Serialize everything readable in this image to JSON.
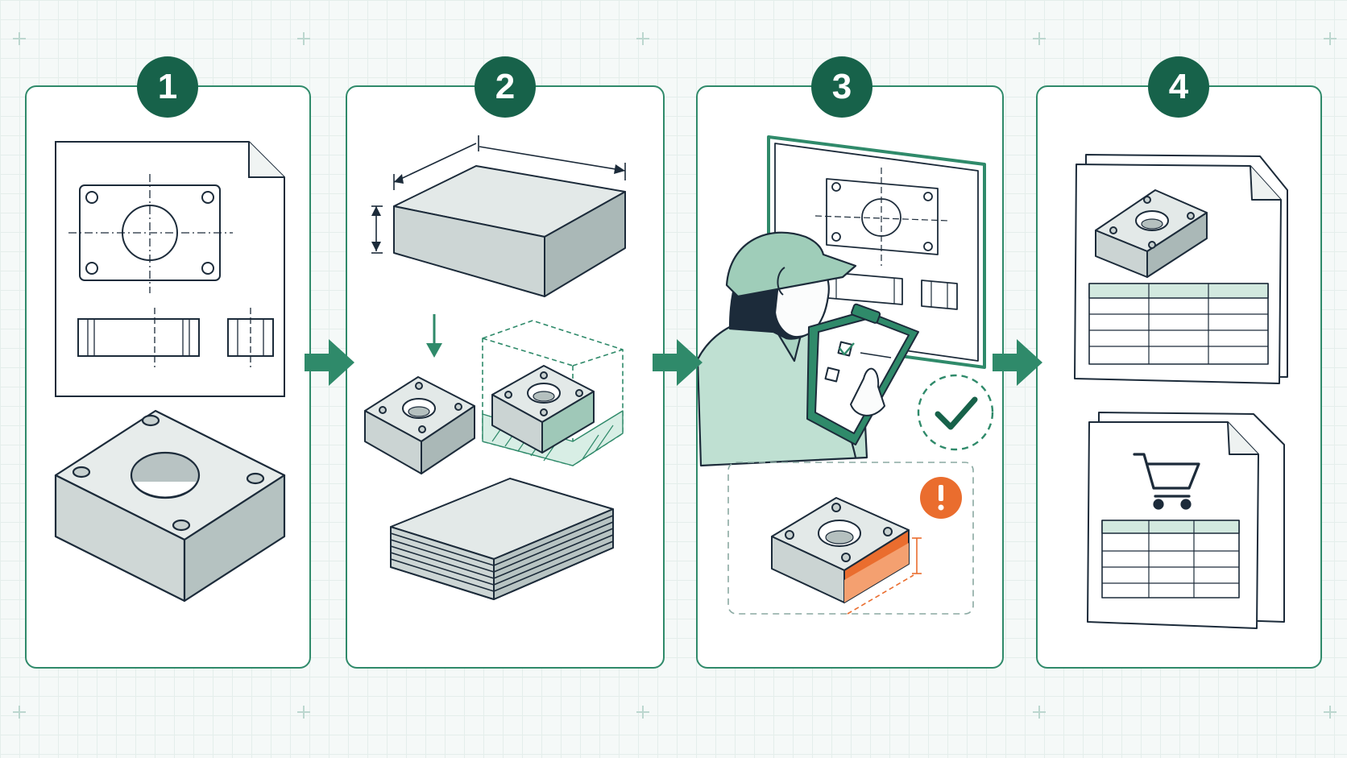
{
  "steps": [
    {
      "number": "1"
    },
    {
      "number": "2"
    },
    {
      "number": "3"
    },
    {
      "number": "4"
    }
  ],
  "colors": {
    "accent": "#17624a",
    "frame": "#2f8a6a",
    "ink": "#1c2b3a",
    "metal": "#dfe6e5",
    "soft_green": "#8fc9b2",
    "warning": "#ea6d2e"
  },
  "icons": [
    "technical-drawing-icon",
    "block-part-icon",
    "stock-block-icon",
    "part-icon",
    "sheet-stack-icon",
    "inspector-icon",
    "check-icon",
    "warning-icon",
    "report-icon",
    "cart-icon"
  ]
}
